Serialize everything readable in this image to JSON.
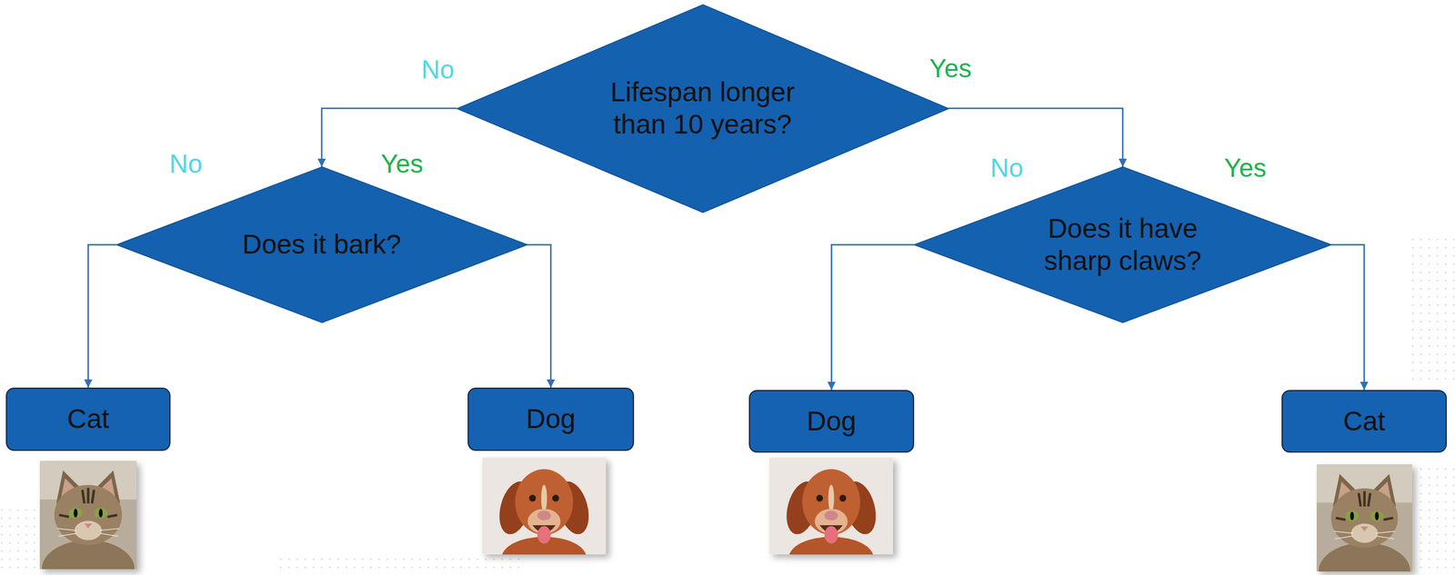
{
  "diagram": {
    "nodes": [
      {
        "text": [
          "Lifespan longer than 10 years?"
        ]
      },
      {
        "text": [
          "Does it bark?"
        ]
      },
      {
        "text": [
          "Does it have sharp claws?"
        ]
      },
      {
        "text": [
          "Cat"
        ]
      },
      {
        "text": [
          "Dog"
        ]
      },
      {
        "text": [
          "Dog"
        ]
      },
      {
        "text": [
          "Cat"
        ]
      }
    ],
    "edges": [
      {
        "from": 0,
        "to": 1,
        "arrow": "to",
        "label": "No"
      },
      {
        "from": 0,
        "to": 2,
        "arrow": "to",
        "label": "Yes"
      },
      {
        "from": 1,
        "to": 3,
        "arrow": "to",
        "label": "No"
      },
      {
        "from": 1,
        "to": 4,
        "arrow": "to",
        "label": "Yes"
      },
      {
        "from": 2,
        "to": 5,
        "arrow": "to",
        "label": "No"
      },
      {
        "from": 2,
        "to": 6,
        "arrow": "to",
        "label": "Yes"
      }
    ]
  }
}
